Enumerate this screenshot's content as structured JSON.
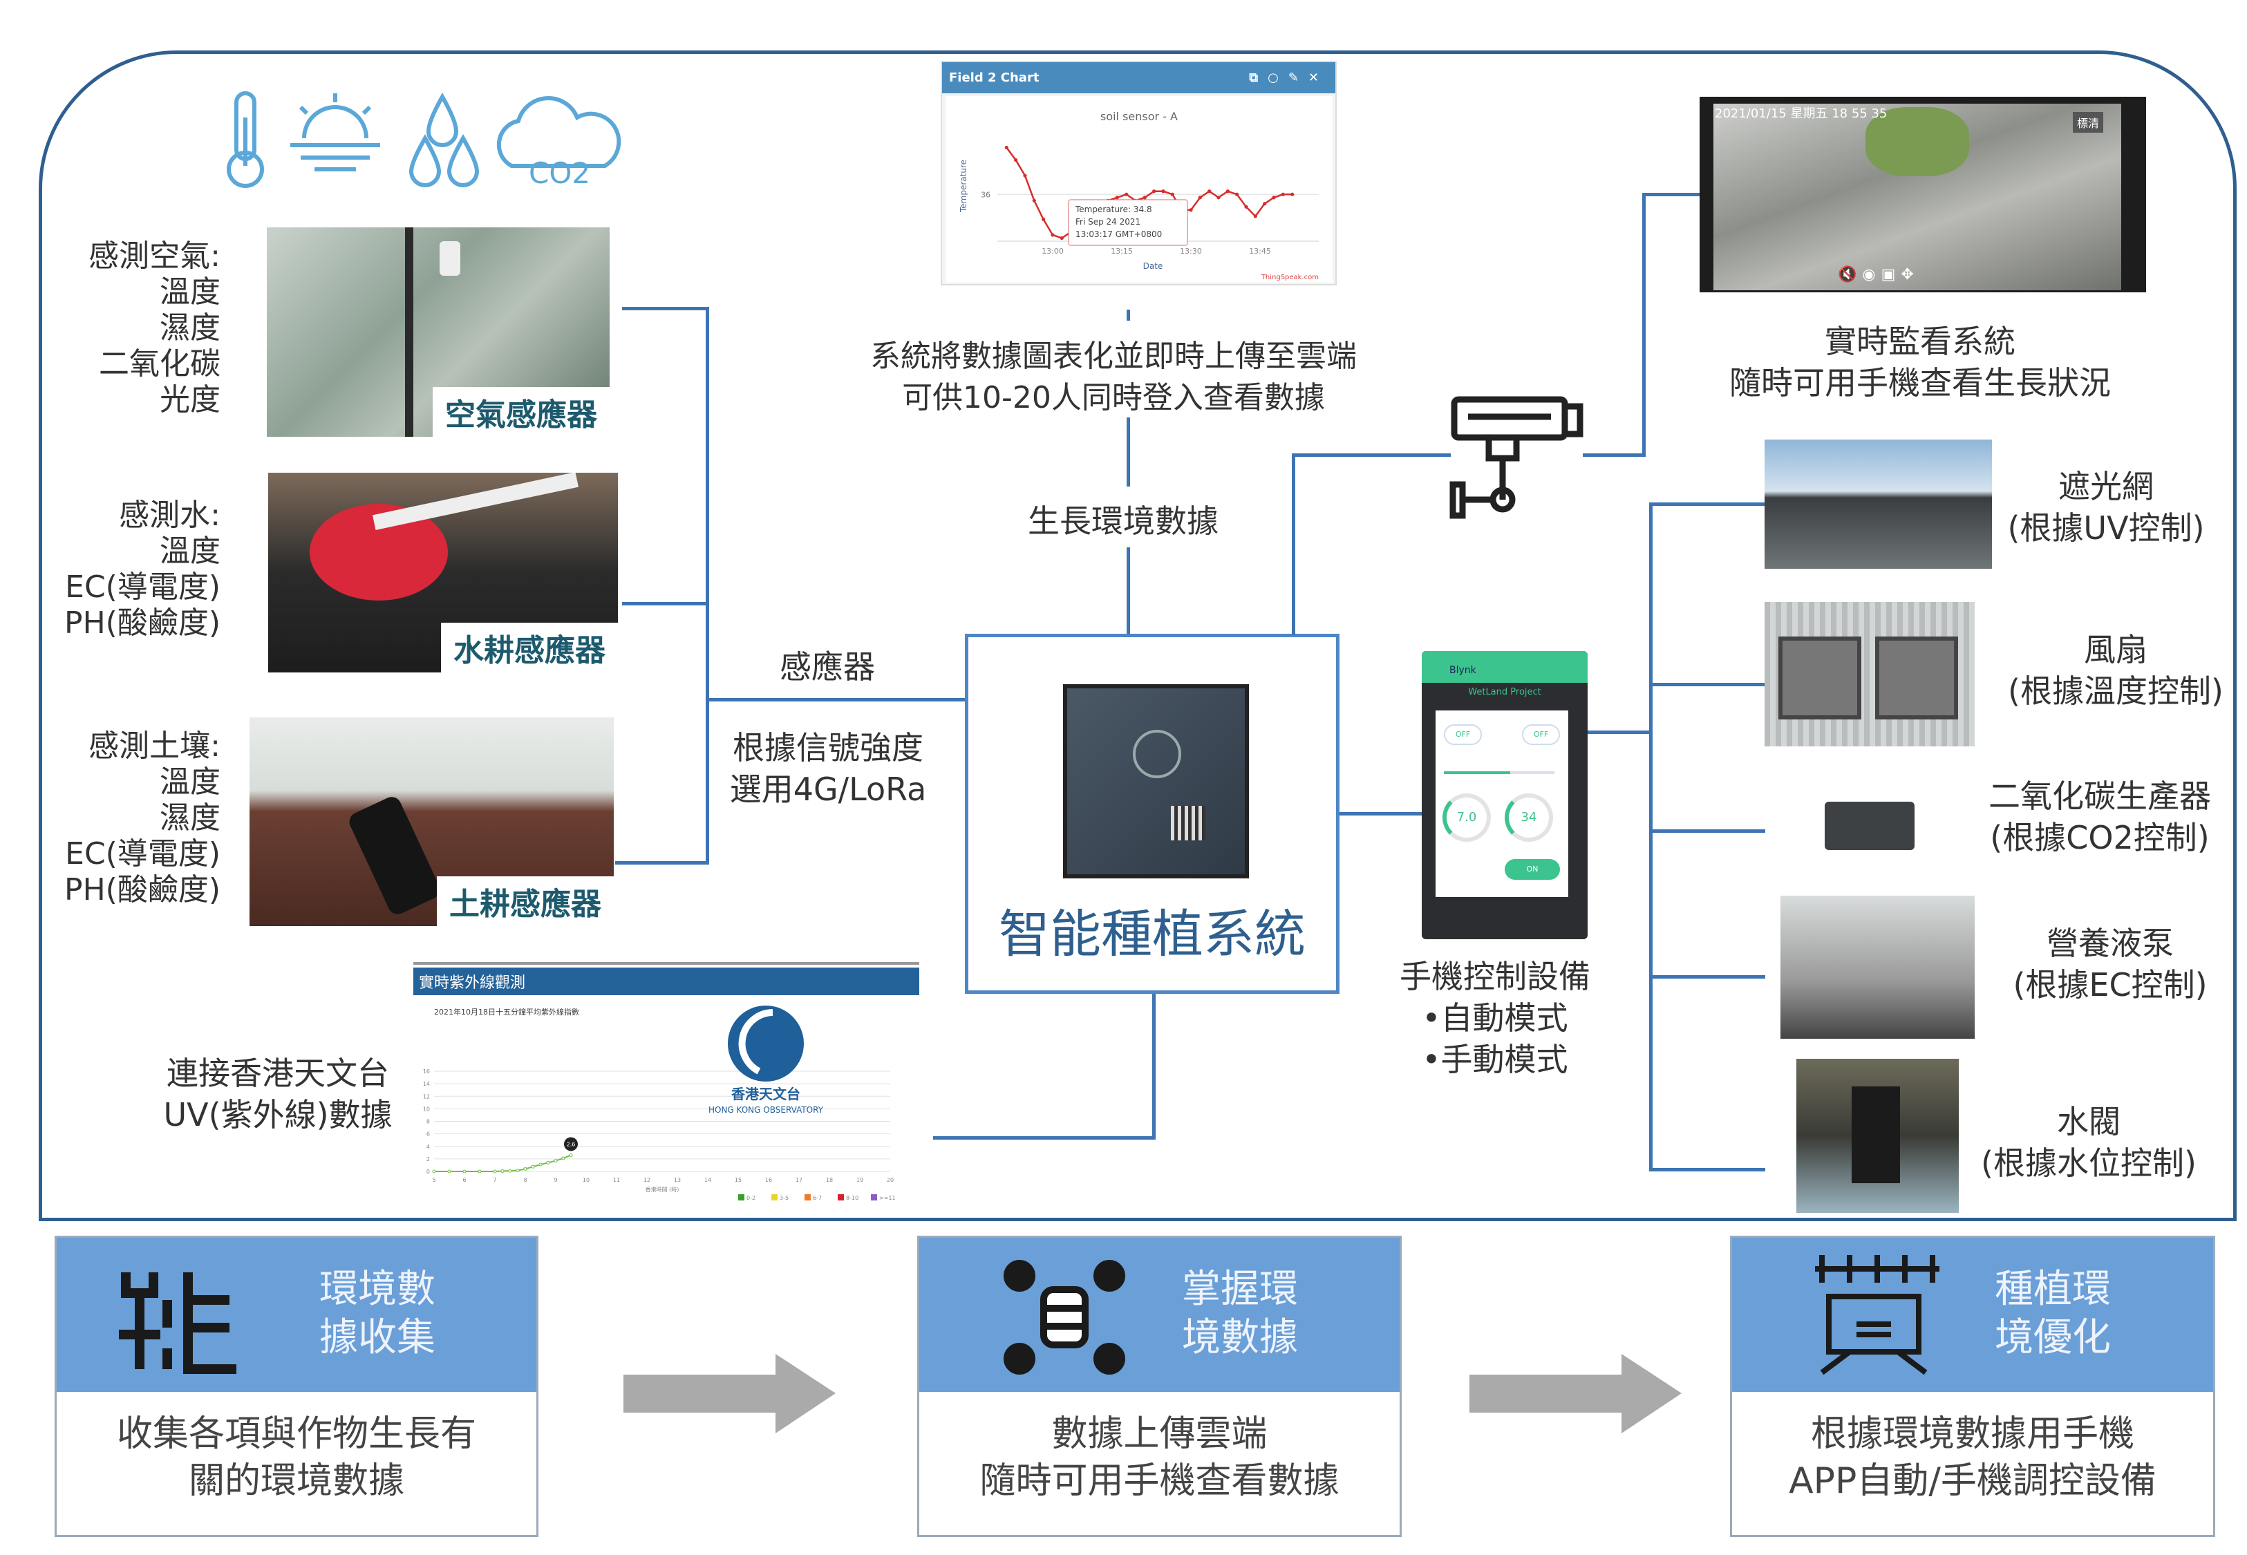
{
  "left": {
    "air": {
      "lines": [
        "感測空氣:",
        "溫度",
        "濕度",
        "二氧化碳",
        "光度"
      ],
      "tag": "空氣感應器"
    },
    "water": {
      "lines": [
        "感測水:",
        "溫度",
        "EC(導電度)",
        "PH(酸鹼度)"
      ],
      "tag": "水耕感應器"
    },
    "soil": {
      "lines": [
        "感測土壤:",
        "溫度",
        "濕度",
        "EC(導電度)",
        "PH(酸鹼度)"
      ],
      "tag": "土耕感應器"
    },
    "uv": {
      "lines": [
        "連接香港天文台",
        "UV(紫外線)數據"
      ]
    }
  },
  "middle": {
    "sensor_label": "感應器",
    "signal": [
      "根據信號強度",
      "選用4G/LoRa"
    ],
    "cloud": [
      "系統將數據圖表化並即時上傳至雲端",
      "可供10-20人同時登入查看數據"
    ],
    "env_data": "生長環境數據",
    "center_title": "智能種植系統"
  },
  "thingspeak": {
    "window_title": "Field 2 Chart",
    "chart_title": "soil sensor - A",
    "ylabel": "Temperature",
    "xlabel": "Date",
    "ytick": "36",
    "xticks": [
      "13:00",
      "13:15",
      "13:30",
      "13:45"
    ],
    "tooltip": [
      "Temperature:",
      "34.8",
      "Fri Sep 24 2021",
      "13:03:17 GMT+0800"
    ],
    "credit": "ThingSpeak.com"
  },
  "chart_data": [
    {
      "type": "line",
      "title": "soil sensor - A",
      "xlabel": "Date",
      "ylabel": "Temperature",
      "x_minutes": [
        -10,
        -8,
        -6,
        -4,
        -2,
        0,
        2,
        4,
        6,
        8,
        10,
        12,
        14,
        16,
        18,
        20,
        22,
        24,
        26,
        28,
        30,
        32,
        34,
        36,
        38,
        40,
        42,
        44,
        46,
        48,
        50,
        52
      ],
      "values": [
        37.5,
        37.1,
        36.6,
        35.8,
        35.2,
        34.7,
        34.6,
        34.8,
        35.0,
        35.3,
        35.6,
        35.8,
        35.9,
        36.0,
        35.8,
        35.9,
        36.1,
        36.1,
        36.0,
        35.5,
        35.5,
        35.9,
        36.1,
        35.9,
        36.1,
        36.0,
        35.6,
        35.3,
        35.7,
        35.9,
        36.0,
        36.0
      ],
      "ylim": [
        34.5,
        37.6
      ]
    },
    {
      "type": "line",
      "title": "2021年10月18日十五分鐘平均紫外線指數",
      "xlabel": "香港時間 (時)",
      "x": [
        5,
        5.5,
        6,
        6.5,
        7,
        7.25,
        7.5,
        7.75,
        8,
        8.25,
        8.5,
        8.75,
        9,
        9.25,
        9.5
      ],
      "values": [
        0,
        0,
        0,
        0,
        0,
        0.05,
        0.1,
        0.15,
        0.4,
        0.75,
        1.1,
        1.4,
        1.7,
        2.1,
        2.6
      ],
      "ylim": [
        0,
        16
      ],
      "xlim": [
        5,
        20
      ],
      "yticks": [
        "0",
        "2",
        "4",
        "6",
        "8",
        "10",
        "12",
        "14",
        "16"
      ],
      "xticks": [
        "5",
        "6",
        "7",
        "8",
        "9",
        "10",
        "11",
        "12",
        "13",
        "14",
        "15",
        "16",
        "17",
        "18",
        "19",
        "20"
      ],
      "point_label": "2.6",
      "legend": [
        "0-2",
        "3-5",
        "6-7",
        "8-10",
        ">=11"
      ]
    }
  ],
  "uv_panel": {
    "header": "實時紫外線觀測",
    "logo_cn": "香港天文台",
    "logo_en": "HONG KONG OBSERVATORY"
  },
  "camera": {
    "timestamp": "2021/01/15 星期五 18 55 35",
    "quality": "標清",
    "caption": [
      "實時監看系統",
      "隨時可用手機查看生長狀況"
    ]
  },
  "phone": {
    "app": "Blynk",
    "project": "WetLand Project",
    "btn1": "OFF",
    "btn2": "OFF",
    "gauge1": "7.0",
    "gauge2": "34",
    "btn3": "ON",
    "caption": [
      "手機控制設備",
      "•自動模式",
      "•手動模式"
    ]
  },
  "devices": [
    {
      "name": "遮光網",
      "control": "(根據UV控制)"
    },
    {
      "name": "風扇",
      "control": "(根據溫度控制)"
    },
    {
      "name": "二氧化碳生產器",
      "control": "(根據CO2控制)"
    },
    {
      "name": "營養液泵",
      "control": "(根據EC控制)"
    },
    {
      "name": "水閥",
      "control": "(根據水位控制)"
    }
  ],
  "steps": [
    {
      "title": [
        "環境數",
        "據收集"
      ],
      "text": [
        "收集各項與作物生長有",
        "關的環境數據"
      ]
    },
    {
      "title": [
        "掌握環",
        "境數據"
      ],
      "text": [
        "數據上傳雲端",
        "隨時可用手機查看數據"
      ]
    },
    {
      "title": [
        "種植環",
        "境優化"
      ],
      "text": [
        "根據環境數據用手機",
        "APP自動/手機調控設備"
      ]
    }
  ],
  "colors": {
    "frame": "#2f5f8f",
    "line": "#3d74b4",
    "step_head": "#6a9fd8",
    "icon": "#5ba8d8"
  }
}
